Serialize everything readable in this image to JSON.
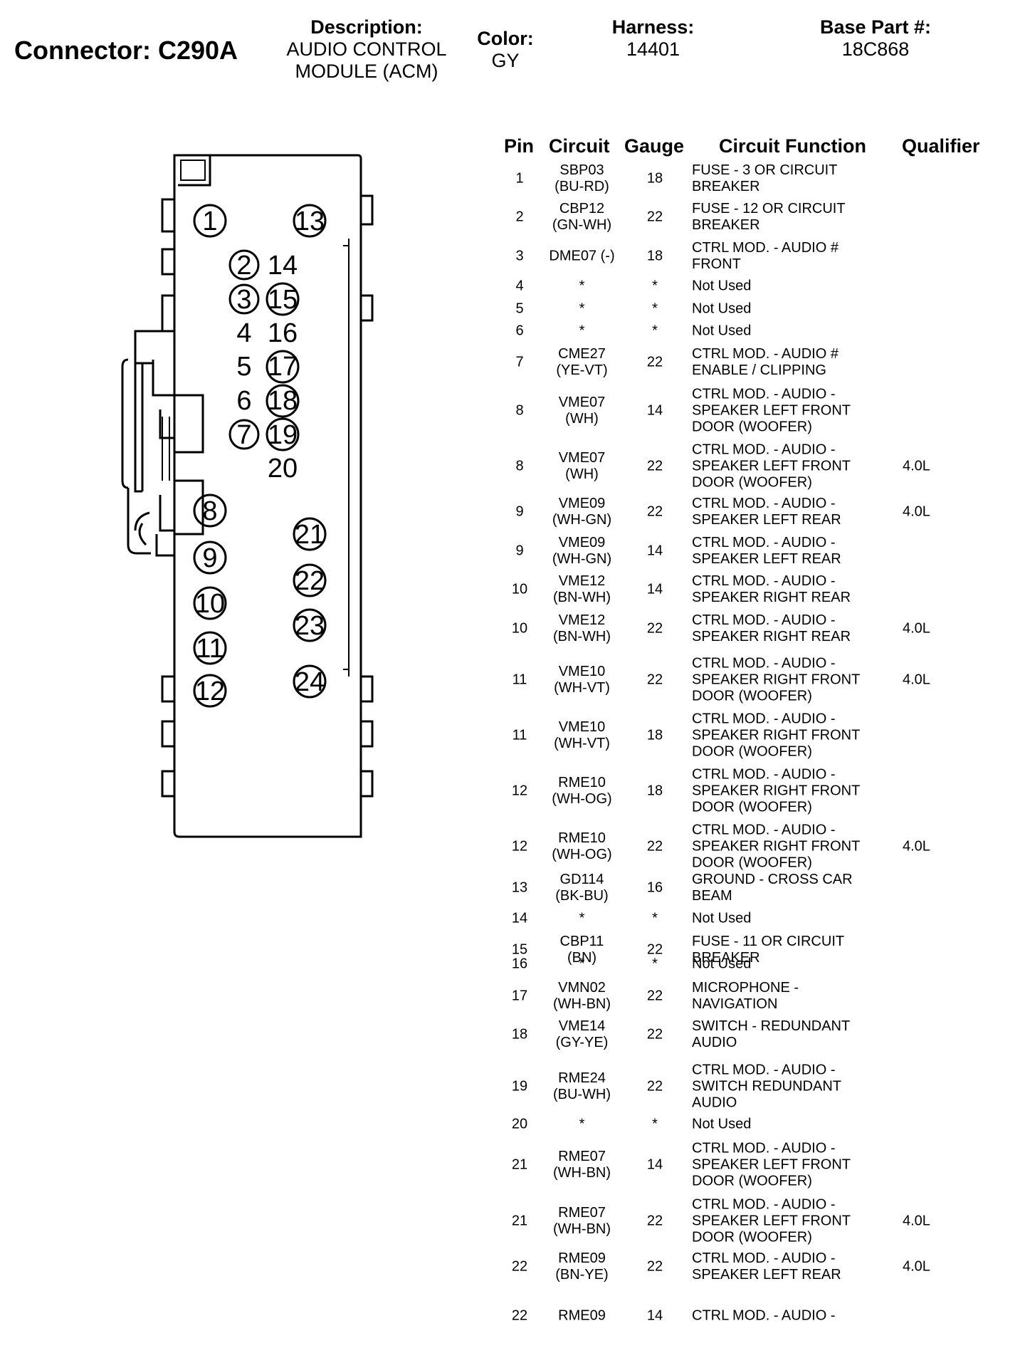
{
  "header": {
    "connector": "Connector: C290A",
    "description_label": "Description:",
    "description_value_1": "AUDIO CONTROL",
    "description_value_2": "MODULE (ACM)",
    "color_label": "Color:",
    "color_value": "GY",
    "harness_label": "Harness:",
    "harness_value": "14401",
    "base_part_label": "Base Part #:",
    "base_part_value": "18C868"
  },
  "diagram": {
    "circled_pins": [
      "1",
      "13",
      "2",
      "3",
      "15",
      "17",
      "18",
      "7",
      "19",
      "8",
      "21",
      "9",
      "22",
      "10",
      "23",
      "11",
      "24",
      "12"
    ],
    "plain_pins": [
      "14",
      "4",
      "16",
      "5",
      "6",
      "20"
    ]
  },
  "table": {
    "columns": [
      "Pin",
      "Circuit",
      "Gauge",
      "Circuit Function",
      "Qualifier"
    ],
    "rows": [
      {
        "pin": "1",
        "circuit": [
          "SBP03",
          "(BU-RD)"
        ],
        "gauge": "18",
        "function": [
          "FUSE - 3 OR CIRCUIT",
          "BREAKER"
        ],
        "qualifier": ""
      },
      {
        "pin": "2",
        "circuit": [
          "CBP12",
          "(GN-WH)"
        ],
        "gauge": "22",
        "function": [
          "FUSE - 12 OR CIRCUIT",
          "BREAKER"
        ],
        "qualifier": ""
      },
      {
        "pin": "3",
        "circuit": [
          "DME07 (-)"
        ],
        "gauge": "18",
        "function": [
          "CTRL MOD. - AUDIO #",
          "FRONT"
        ],
        "qualifier": ""
      },
      {
        "pin": "4",
        "circuit": [
          "*"
        ],
        "gauge": "*",
        "function": [
          "Not Used"
        ],
        "qualifier": ""
      },
      {
        "pin": "5",
        "circuit": [
          "*"
        ],
        "gauge": "*",
        "function": [
          "Not Used"
        ],
        "qualifier": ""
      },
      {
        "pin": "6",
        "circuit": [
          "*"
        ],
        "gauge": "*",
        "function": [
          "Not Used"
        ],
        "qualifier": ""
      },
      {
        "pin": "7",
        "circuit": [
          "CME27",
          "(YE-VT)"
        ],
        "gauge": "22",
        "function": [
          "CTRL MOD. - AUDIO #",
          "ENABLE / CLIPPING"
        ],
        "qualifier": ""
      },
      {
        "pin": "8",
        "circuit": [
          "VME07",
          "(WH)"
        ],
        "gauge": "14",
        "function": [
          "CTRL MOD. - AUDIO -",
          "SPEAKER LEFT FRONT",
          "DOOR (WOOFER)"
        ],
        "qualifier": ""
      },
      {
        "pin": "8",
        "circuit": [
          "VME07",
          "(WH)"
        ],
        "gauge": "22",
        "function": [
          "CTRL MOD. - AUDIO -",
          "SPEAKER LEFT FRONT",
          "DOOR (WOOFER)"
        ],
        "qualifier": "4.0L"
      },
      {
        "pin": "9",
        "circuit": [
          "VME09",
          "(WH-GN)"
        ],
        "gauge": "22",
        "function": [
          "CTRL MOD. - AUDIO -",
          "SPEAKER LEFT REAR"
        ],
        "qualifier": "4.0L"
      },
      {
        "pin": "9",
        "circuit": [
          "VME09",
          "(WH-GN)"
        ],
        "gauge": "14",
        "function": [
          "CTRL MOD. - AUDIO -",
          "SPEAKER LEFT REAR"
        ],
        "qualifier": ""
      },
      {
        "pin": "10",
        "circuit": [
          "VME12",
          "(BN-WH)"
        ],
        "gauge": "14",
        "function": [
          "CTRL MOD. - AUDIO -",
          "SPEAKER RIGHT REAR"
        ],
        "qualifier": ""
      },
      {
        "pin": "10",
        "circuit": [
          "VME12",
          "(BN-WH)"
        ],
        "gauge": "22",
        "function": [
          "CTRL MOD. - AUDIO -",
          "SPEAKER RIGHT REAR"
        ],
        "qualifier": "4.0L"
      },
      {
        "pin": "11",
        "circuit": [
          "VME10",
          "(WH-VT)"
        ],
        "gauge": "22",
        "function": [
          "CTRL MOD. - AUDIO -",
          "SPEAKER RIGHT FRONT",
          "DOOR (WOOFER)"
        ],
        "qualifier": "4.0L"
      },
      {
        "pin": "11",
        "circuit": [
          "VME10",
          "(WH-VT)"
        ],
        "gauge": "18",
        "function": [
          "CTRL MOD. - AUDIO -",
          "SPEAKER RIGHT FRONT",
          "DOOR (WOOFER)"
        ],
        "qualifier": ""
      },
      {
        "pin": "12",
        "circuit": [
          "RME10",
          "(WH-OG)"
        ],
        "gauge": "18",
        "function": [
          "CTRL MOD. - AUDIO -",
          "SPEAKER RIGHT FRONT",
          "DOOR (WOOFER)"
        ],
        "qualifier": ""
      },
      {
        "pin": "12",
        "circuit": [
          "RME10",
          "(WH-OG)"
        ],
        "gauge": "22",
        "function": [
          "CTRL MOD. - AUDIO -",
          "SPEAKER RIGHT FRONT",
          "DOOR (WOOFER)"
        ],
        "qualifier": "4.0L"
      },
      {
        "pin": "13",
        "circuit": [
          "GD114",
          "(BK-BU)"
        ],
        "gauge": "16",
        "function": [
          "GROUND - CROSS CAR",
          "BEAM"
        ],
        "qualifier": ""
      },
      {
        "pin": "14",
        "circuit": [
          "*"
        ],
        "gauge": "*",
        "function": [
          "Not Used"
        ],
        "qualifier": ""
      },
      {
        "pin": "15",
        "circuit": [
          "CBP11",
          "(BN)"
        ],
        "gauge": "22",
        "function": [
          "FUSE - 11 OR CIRCUIT",
          "BREAKER"
        ],
        "qualifier": ""
      },
      {
        "pin": "16",
        "circuit": [
          "*"
        ],
        "gauge": "*",
        "function": [
          "Not Used"
        ],
        "qualifier": ""
      },
      {
        "pin": "17",
        "circuit": [
          "VMN02",
          "(WH-BN)"
        ],
        "gauge": "22",
        "function": [
          "MICROPHONE -",
          "NAVIGATION"
        ],
        "qualifier": ""
      },
      {
        "pin": "18",
        "circuit": [
          "VME14",
          "(GY-YE)"
        ],
        "gauge": "22",
        "function": [
          "SWITCH - REDUNDANT",
          "AUDIO"
        ],
        "qualifier": ""
      },
      {
        "pin": "19",
        "circuit": [
          "RME24",
          "(BU-WH)"
        ],
        "gauge": "22",
        "function": [
          "CTRL MOD. - AUDIO -",
          "SWITCH REDUNDANT",
          "AUDIO"
        ],
        "qualifier": ""
      },
      {
        "pin": "20",
        "circuit": [
          "*"
        ],
        "gauge": "*",
        "function": [
          "Not Used"
        ],
        "qualifier": ""
      },
      {
        "pin": "21",
        "circuit": [
          "RME07",
          "(WH-BN)"
        ],
        "gauge": "14",
        "function": [
          "CTRL MOD. - AUDIO -",
          "SPEAKER LEFT FRONT",
          "DOOR (WOOFER)"
        ],
        "qualifier": ""
      },
      {
        "pin": "21",
        "circuit": [
          "RME07",
          "(WH-BN)"
        ],
        "gauge": "22",
        "function": [
          "CTRL MOD. - AUDIO -",
          "SPEAKER LEFT FRONT",
          "DOOR (WOOFER)"
        ],
        "qualifier": "4.0L"
      },
      {
        "pin": "22",
        "circuit": [
          "RME09",
          "(BN-YE)"
        ],
        "gauge": "22",
        "function": [
          "CTRL MOD. - AUDIO -",
          "SPEAKER LEFT REAR"
        ],
        "qualifier": "4.0L"
      },
      {
        "pin": "22",
        "circuit": [
          "RME09"
        ],
        "gauge": "14",
        "function": [
          "CTRL MOD. - AUDIO -"
        ],
        "qualifier": ""
      }
    ]
  }
}
